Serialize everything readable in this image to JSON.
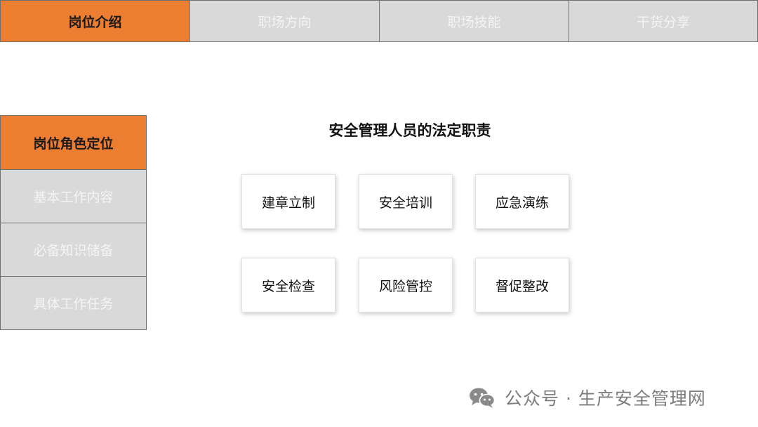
{
  "top_tabs": [
    {
      "label": "岗位介绍"
    },
    {
      "label": "职场方向"
    },
    {
      "label": "职场技能"
    },
    {
      "label": "干货分享"
    }
  ],
  "side_menu": [
    {
      "label": "岗位角色定位"
    },
    {
      "label": "基本工作内容"
    },
    {
      "label": "必备知识储备"
    },
    {
      "label": "具体工作任务"
    }
  ],
  "main": {
    "title": "安全管理人员的法定职责",
    "cards": [
      {
        "label": "建章立制"
      },
      {
        "label": "安全培训"
      },
      {
        "label": "应急演练"
      },
      {
        "label": "安全检查"
      },
      {
        "label": "风险管控"
      },
      {
        "label": "督促整改"
      }
    ]
  },
  "watermark": {
    "icon": "wechat-icon",
    "text": "公众号 · 生产安全管理网"
  },
  "colors": {
    "accent": "#ed7d31",
    "inactive_bg": "#d9d9d9",
    "inactive_text": "#f4f4f4"
  }
}
